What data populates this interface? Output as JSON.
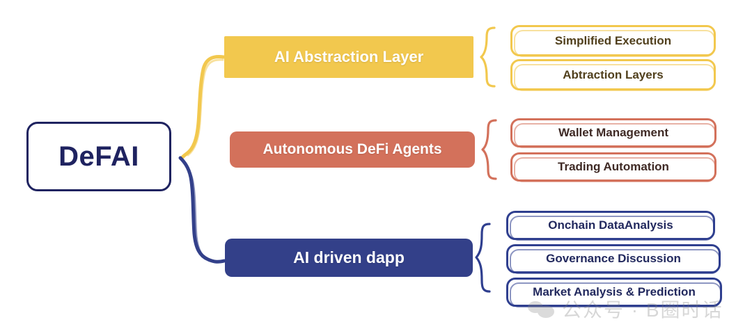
{
  "diagram": {
    "title": "DeFAI",
    "root": {
      "label": "DeFAI"
    },
    "branches": [
      {
        "id": "ai-abstraction-layer",
        "label": "AI Abstraction Layer",
        "color": "#f2c84e",
        "leaves": [
          {
            "label": "Simplified Execution"
          },
          {
            "label": "Abtraction Layers"
          }
        ]
      },
      {
        "id": "autonomous-defi-agents",
        "label": "Autonomous DeFi Agents",
        "color": "#d3715b",
        "leaves": [
          {
            "label": "Wallet Management"
          },
          {
            "label": "Trading Automation"
          }
        ]
      },
      {
        "id": "ai-driven-dapp",
        "label": "AI driven dapp",
        "color": "#334089",
        "leaves": [
          {
            "label": "Onchain DataAnalysis"
          },
          {
            "label": "Governance Discussion"
          },
          {
            "label": "Market Analysis & Prediction"
          }
        ]
      }
    ],
    "colors": {
      "root_border": "#1f2360",
      "yellow": "#f2c84e",
      "red": "#d3715b",
      "blue": "#334089",
      "background": "#ffffff"
    }
  },
  "watermark": {
    "icon": "chat-bubbles-icon",
    "text": "公众号 · B圈时话"
  }
}
